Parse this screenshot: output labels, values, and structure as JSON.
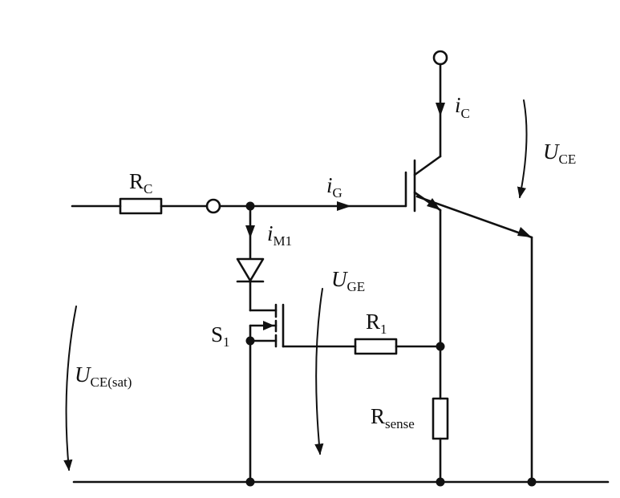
{
  "labels": {
    "rc": {
      "main": "R",
      "sub": "C"
    },
    "ic": {
      "main": "i",
      "sub": "C"
    },
    "uce": {
      "main": "U",
      "sub": "CE"
    },
    "ig": {
      "main": "i",
      "sub": "G"
    },
    "im1": {
      "main": "i",
      "sub": "M1"
    },
    "uge": {
      "main": "U",
      "sub": "GE"
    },
    "s1": {
      "main": "S",
      "sub": "1"
    },
    "r1": {
      "main": "R",
      "sub": "1"
    },
    "ucesat": {
      "main": "U",
      "sub": "CE(sat)"
    },
    "rsense": {
      "main": "R",
      "sub": "sense"
    }
  }
}
